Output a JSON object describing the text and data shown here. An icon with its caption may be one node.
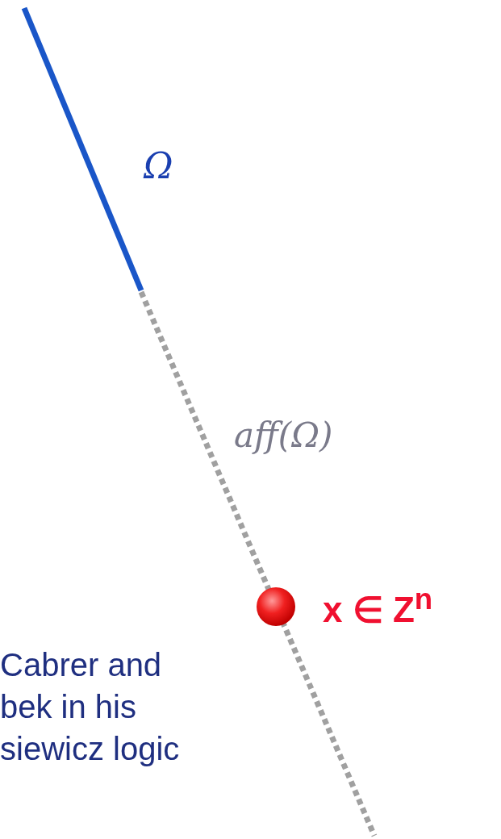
{
  "diagram": {
    "labels": [
      "Ω",
      "aff(Ω)",
      "x ∈ Z$^{n}$",
      "Cabrer and bek in his siewicz logic"
    ]
  }
}
